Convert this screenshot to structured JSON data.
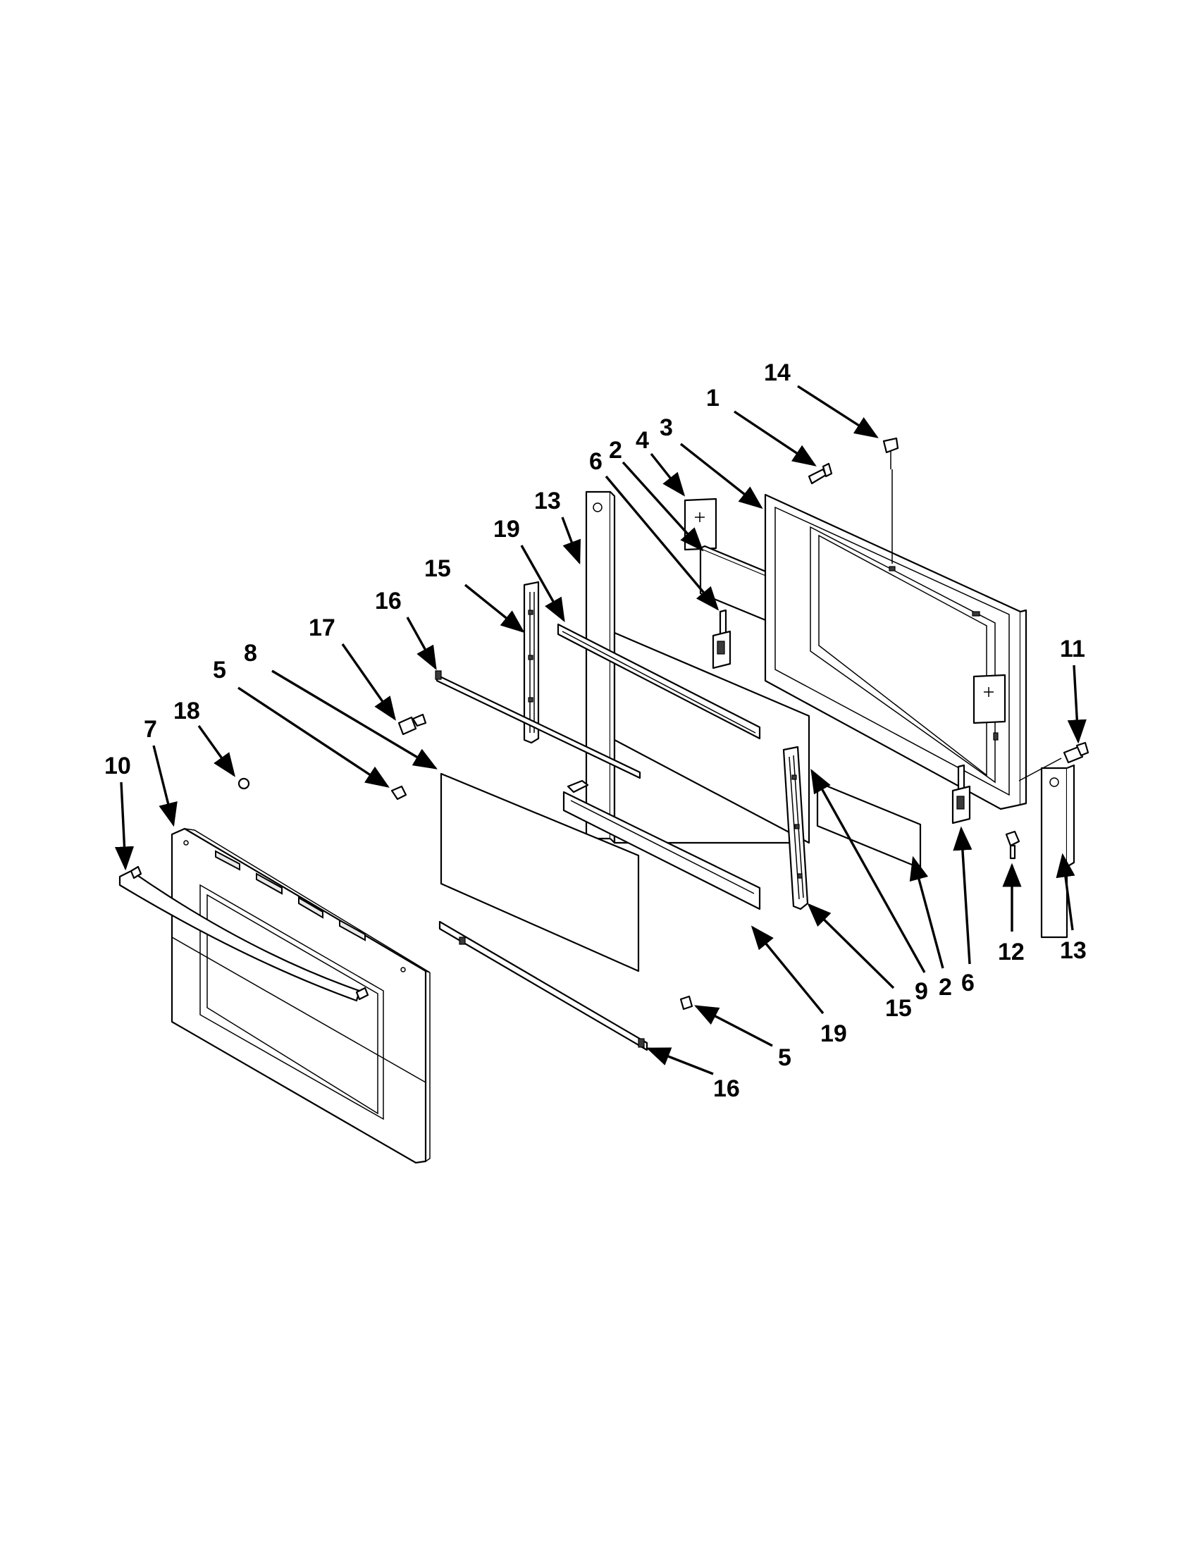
{
  "diagram": {
    "type": "exploded-parts-view",
    "callouts": [
      {
        "id": "c14",
        "label": "14"
      },
      {
        "id": "c1",
        "label": "1"
      },
      {
        "id": "c4",
        "label": "4"
      },
      {
        "id": "c3",
        "label": "3"
      },
      {
        "id": "c6a",
        "label": "6"
      },
      {
        "id": "c2a",
        "label": "2"
      },
      {
        "id": "c13a",
        "label": "13"
      },
      {
        "id": "c19a",
        "label": "19"
      },
      {
        "id": "c15a",
        "label": "15"
      },
      {
        "id": "c16a",
        "label": "16"
      },
      {
        "id": "c17",
        "label": "17"
      },
      {
        "id": "c8",
        "label": "8"
      },
      {
        "id": "c5a",
        "label": "5"
      },
      {
        "id": "c18",
        "label": "18"
      },
      {
        "id": "c7",
        "label": "7"
      },
      {
        "id": "c10",
        "label": "10"
      },
      {
        "id": "c11",
        "label": "11"
      },
      {
        "id": "c12",
        "label": "12"
      },
      {
        "id": "c13b",
        "label": "13"
      },
      {
        "id": "c6b",
        "label": "6"
      },
      {
        "id": "c2b",
        "label": "2"
      },
      {
        "id": "c9",
        "label": "9"
      },
      {
        "id": "c15b",
        "label": "15"
      },
      {
        "id": "c19b",
        "label": "19"
      },
      {
        "id": "c5b",
        "label": "5"
      },
      {
        "id": "c16b",
        "label": "16"
      }
    ]
  }
}
